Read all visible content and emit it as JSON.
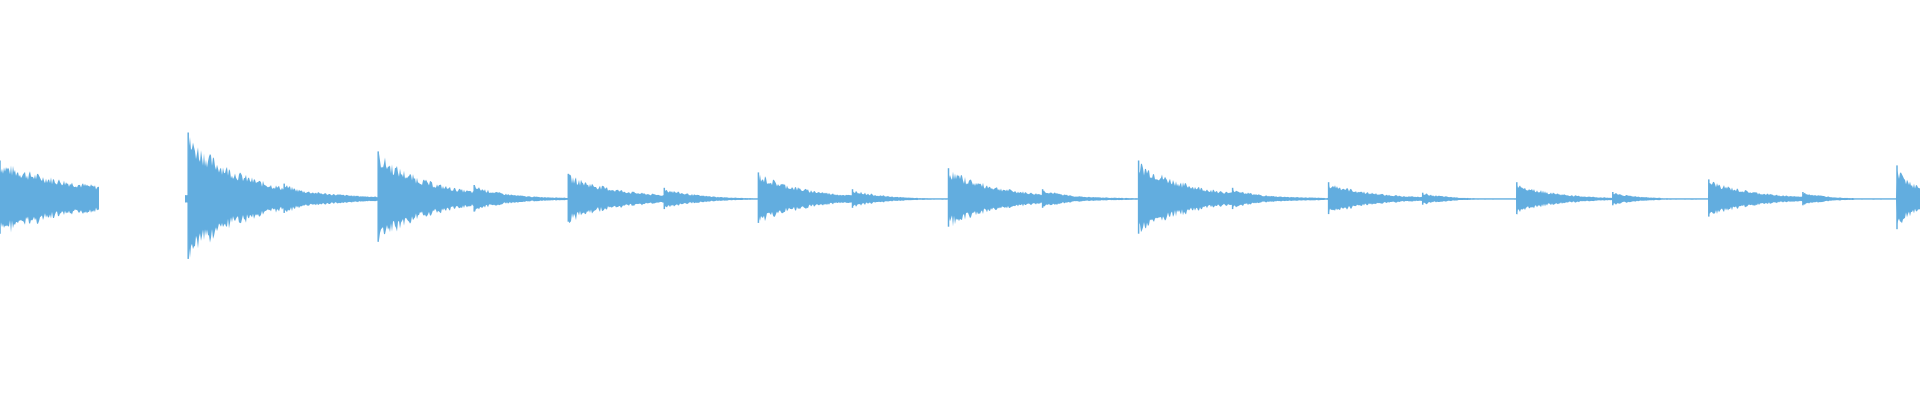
{
  "waveform": {
    "color": "#62addf",
    "background": "#ffffff",
    "onsets": [
      {
        "t": 0.0,
        "amp": 0.55,
        "decay": 0.05
      },
      {
        "t": 0.098,
        "amp": 0.95,
        "decay": 0.03
      },
      {
        "t": 0.148,
        "amp": 0.22,
        "decay": 0.018
      },
      {
        "t": 0.197,
        "amp": 0.68,
        "decay": 0.028
      },
      {
        "t": 0.247,
        "amp": 0.2,
        "decay": 0.018
      },
      {
        "t": 0.296,
        "amp": 0.36,
        "decay": 0.028
      },
      {
        "t": 0.346,
        "amp": 0.16,
        "decay": 0.018
      },
      {
        "t": 0.395,
        "amp": 0.38,
        "decay": 0.026
      },
      {
        "t": 0.444,
        "amp": 0.14,
        "decay": 0.016
      },
      {
        "t": 0.494,
        "amp": 0.44,
        "decay": 0.028
      },
      {
        "t": 0.543,
        "amp": 0.14,
        "decay": 0.016
      },
      {
        "t": 0.593,
        "amp": 0.55,
        "decay": 0.028
      },
      {
        "t": 0.642,
        "amp": 0.16,
        "decay": 0.016
      },
      {
        "t": 0.692,
        "amp": 0.24,
        "decay": 0.024
      },
      {
        "t": 0.741,
        "amp": 0.09,
        "decay": 0.014
      },
      {
        "t": 0.79,
        "amp": 0.24,
        "decay": 0.02
      },
      {
        "t": 0.84,
        "amp": 0.1,
        "decay": 0.014
      },
      {
        "t": 0.89,
        "amp": 0.28,
        "decay": 0.024
      },
      {
        "t": 0.939,
        "amp": 0.1,
        "decay": 0.014
      },
      {
        "t": 0.988,
        "amp": 0.48,
        "decay": 0.012
      }
    ],
    "silent_gaps": [
      [
        0.052,
        0.096
      ]
    ]
  }
}
